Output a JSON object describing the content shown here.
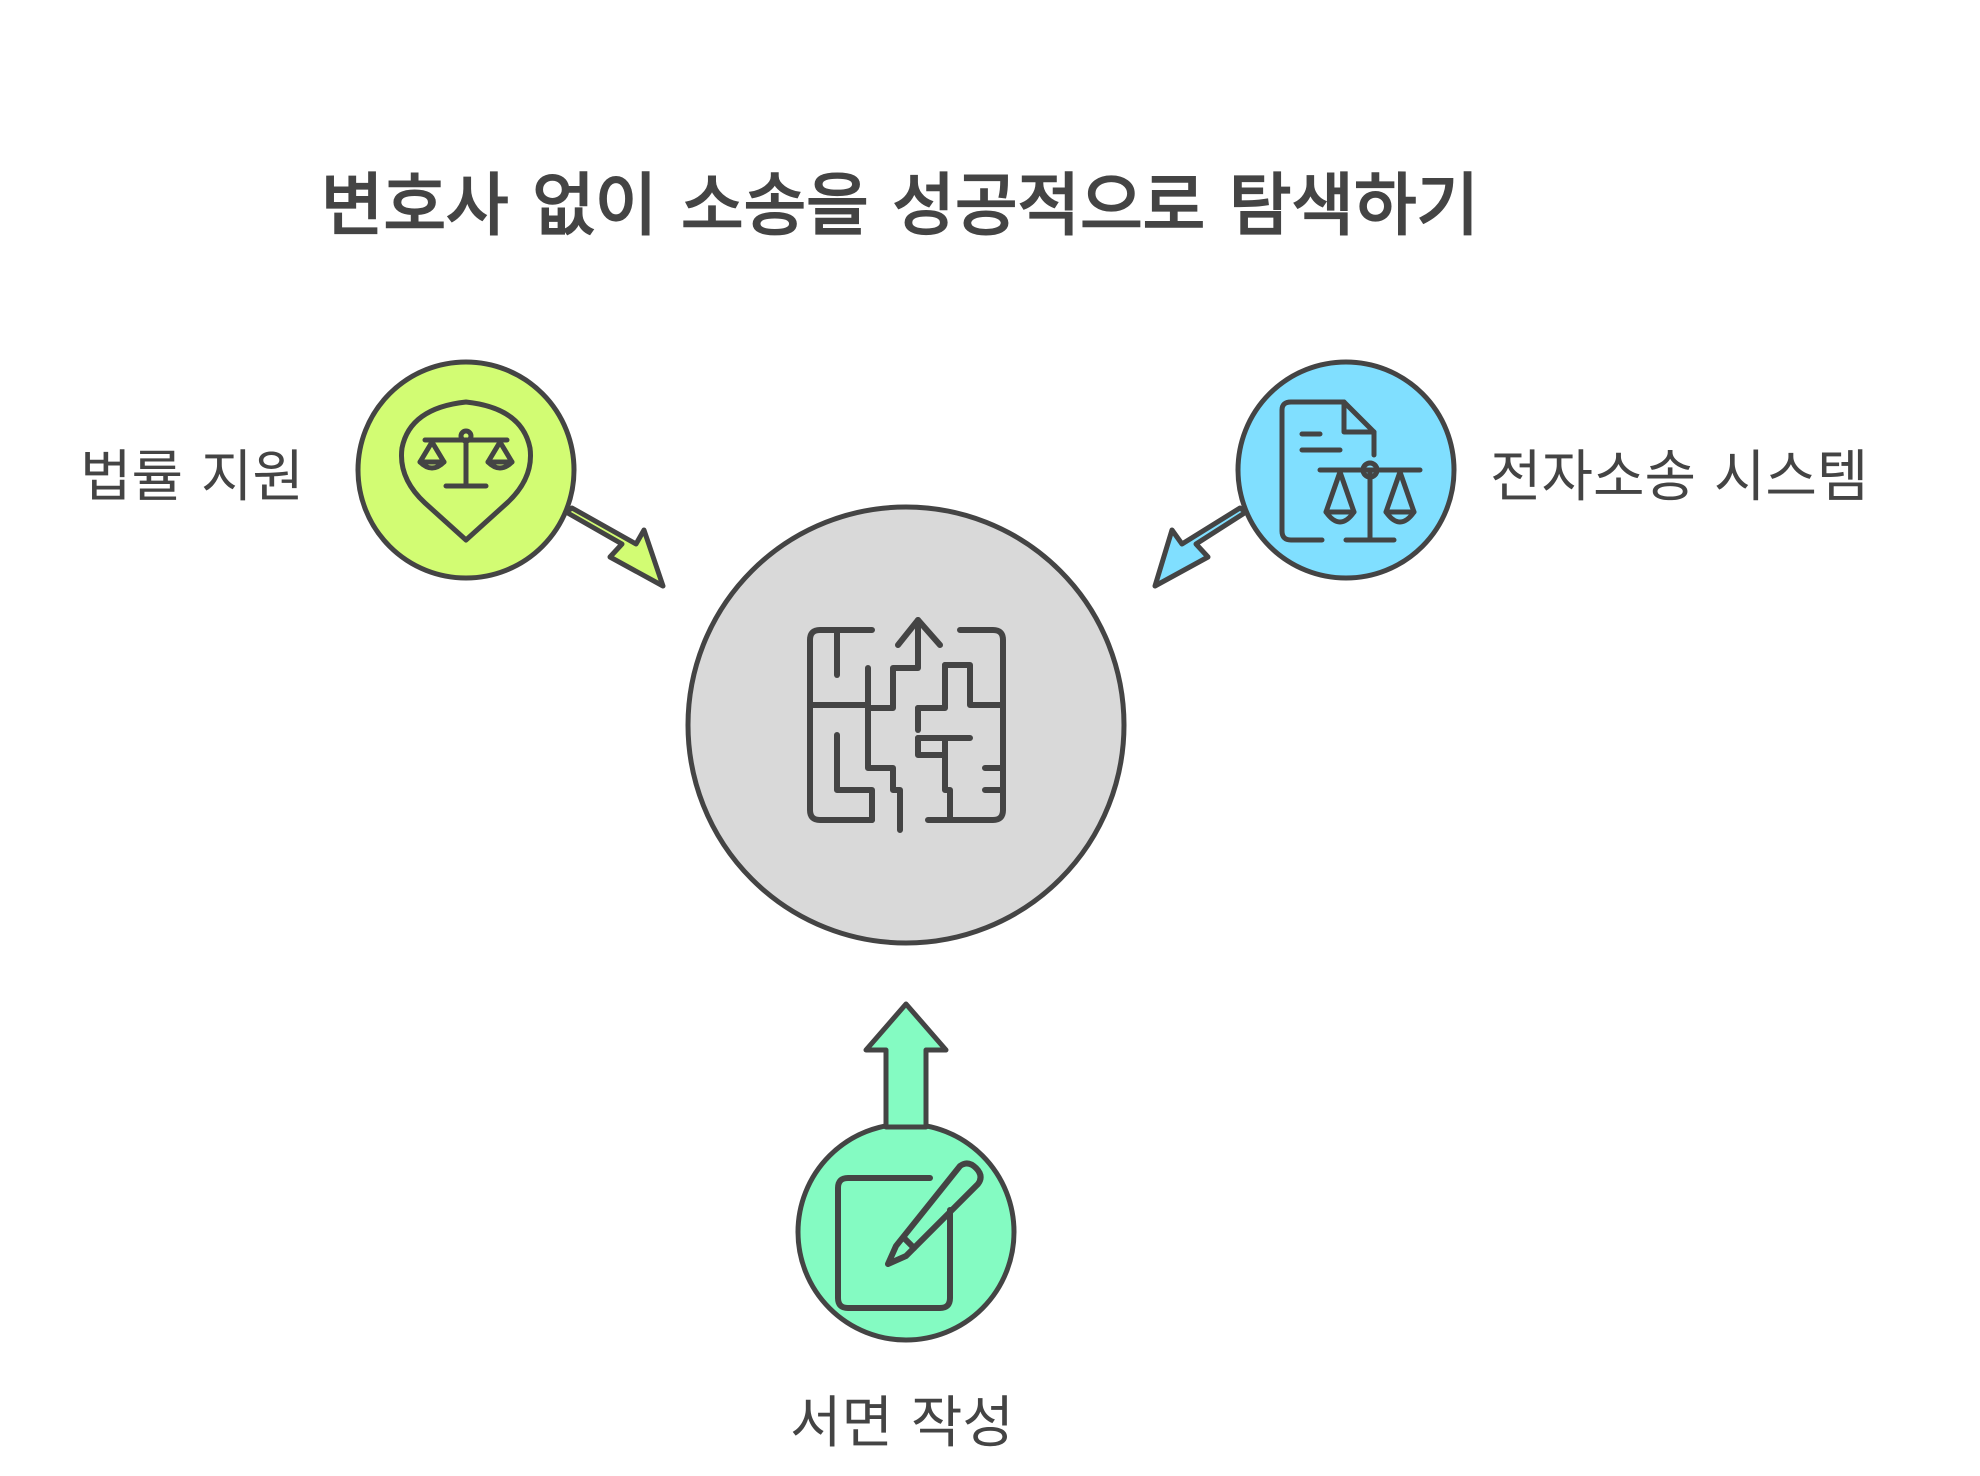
{
  "title": "변호사 없이 소송을 성공적으로 탐색하기",
  "center": {
    "icon": "maze-icon",
    "fill": "#d9d9d9"
  },
  "nodes": {
    "legal_aid": {
      "label": "법률 지원",
      "icon": "scales-location-icon",
      "fill": "#d2fc73"
    },
    "efiling": {
      "label": "전자소송 시스템",
      "icon": "document-scales-icon",
      "fill": "#80dfff"
    },
    "written": {
      "label": "서면 작성",
      "icon": "edit-pencil-icon",
      "fill": "#84fbc2"
    }
  },
  "colors": {
    "stroke": "#444444",
    "text": "#444444"
  }
}
